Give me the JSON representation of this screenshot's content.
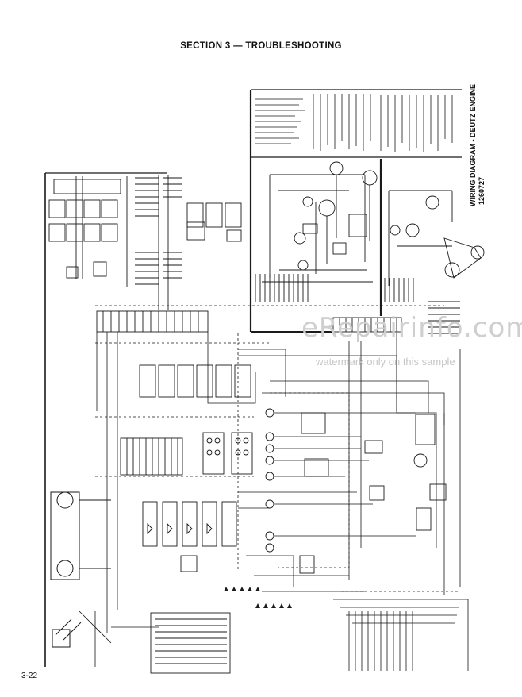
{
  "header": {
    "title": "SECTION 3 — TROUBLESHOOTING"
  },
  "diagram": {
    "title_line1": "WIRING DIAGRAM - DEUTZ ENGINE",
    "title_line2": "1260727",
    "engine_label": "DEUTZ ENGINE"
  },
  "watermark": {
    "main": "eRepairinfo.com",
    "sub": "watermark only on this sample"
  },
  "footer": {
    "page_number": "3-22"
  },
  "colors": {
    "ink": "#1a1a1a",
    "paper": "#ffffff",
    "watermark": "#cfcfcf"
  }
}
